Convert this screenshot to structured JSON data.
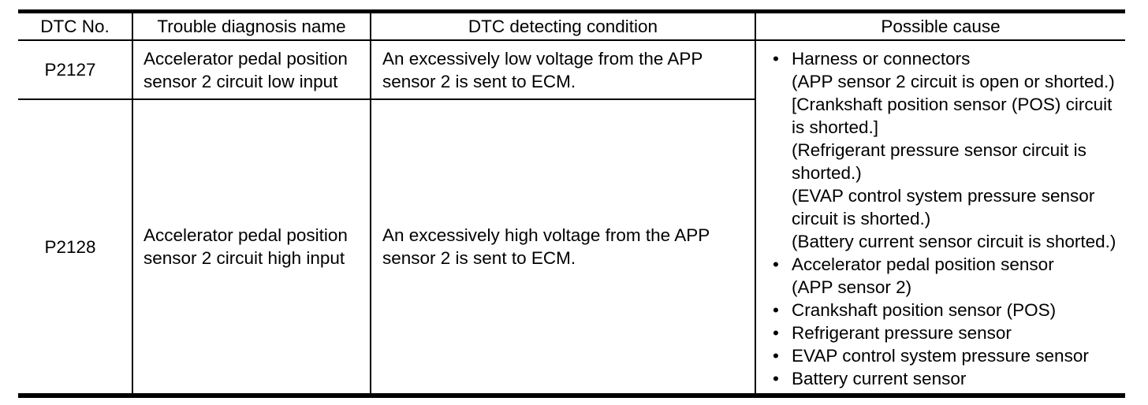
{
  "meta": {
    "bullet_char": "•"
  },
  "colors": {
    "border": "#000000",
    "text": "#000000",
    "background": "#ffffff"
  },
  "table": {
    "columns": [
      "DTC No.",
      "Trouble diagnosis name",
      "DTC detecting condition",
      "Possible cause"
    ],
    "rows": [
      {
        "dtc_no": "P2127",
        "trouble_diagnosis_name": "Accelerator pedal position sensor 2 circuit low input",
        "dtc_detecting_condition": "An excessively low voltage from the APP sensor 2 is sent to ECM."
      },
      {
        "dtc_no": "P2128",
        "trouble_diagnosis_name": "Accelerator pedal position sensor 2 circuit high input",
        "dtc_detecting_condition": "An excessively high voltage from the APP sensor 2 is sent to ECM."
      }
    ],
    "possible_cause": {
      "items": [
        {
          "text": "Harness or connectors",
          "details": [
            "(APP sensor 2 circuit is open or shorted.)",
            "[Crankshaft position sensor (POS) circuit is shorted.]",
            "(Refrigerant pressure sensor circuit is shorted.)",
            "(EVAP control system pressure sensor circuit is shorted.)",
            "(Battery current sensor circuit is shorted.)"
          ]
        },
        {
          "text": "Accelerator pedal position sensor",
          "details": [
            "(APP sensor 2)"
          ]
        },
        {
          "text": "Crankshaft position sensor (POS)",
          "details": []
        },
        {
          "text": "Refrigerant pressure sensor",
          "details": []
        },
        {
          "text": "EVAP control system pressure sensor",
          "details": []
        },
        {
          "text": "Battery current sensor",
          "details": []
        }
      ]
    }
  }
}
